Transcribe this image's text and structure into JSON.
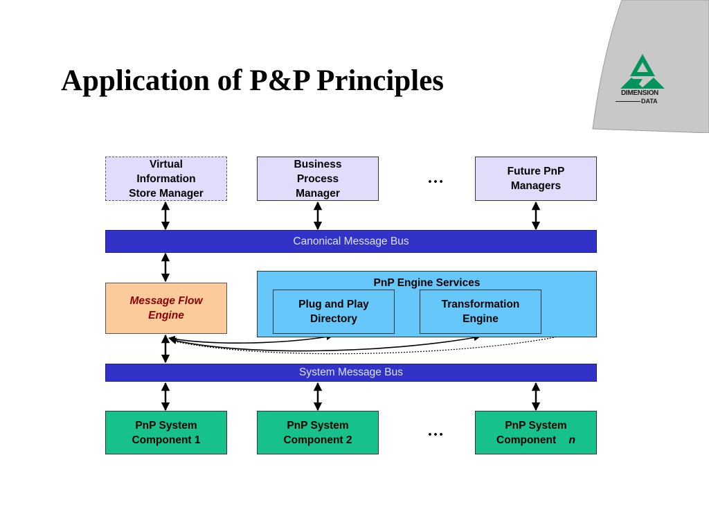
{
  "slide": {
    "title": "Application of P&P Principles"
  },
  "logo": {
    "line1": "DIMENSION",
    "line2": "DATA",
    "colors": {
      "green": "#00935c",
      "gray": "#c8c8c8"
    }
  },
  "diagram": {
    "managers": {
      "vism": [
        "Virtual",
        "Information",
        "Store Manager"
      ],
      "bpm": [
        "Business",
        "Process",
        "Manager"
      ],
      "ellipsis": "…",
      "future": [
        "Future PnP",
        "Managers"
      ]
    },
    "canonical_bus": "Canonical Message Bus",
    "message_flow_engine": [
      "Message Flow",
      "Engine"
    ],
    "engine_services": {
      "title": "PnP Engine Services",
      "plug_and_play": [
        "Plug and Play",
        "Directory"
      ],
      "transformation": [
        "Transformation",
        "Engine"
      ]
    },
    "system_bus": "System Message Bus",
    "components": {
      "c1": [
        "PnP System",
        "Component 1"
      ],
      "c2": [
        "PnP System",
        "Component 2"
      ],
      "ellipsis": "…",
      "cn_line1": "PnP System",
      "cn_line2": "Component",
      "cn_n": "n"
    },
    "colors": {
      "manager_fill": "#e1dcfa",
      "bus_fill": "#3232c8",
      "services_fill": "#66c8fa",
      "flow_engine_fill": "#fbcb9c",
      "component_fill": "#16c18c"
    }
  }
}
